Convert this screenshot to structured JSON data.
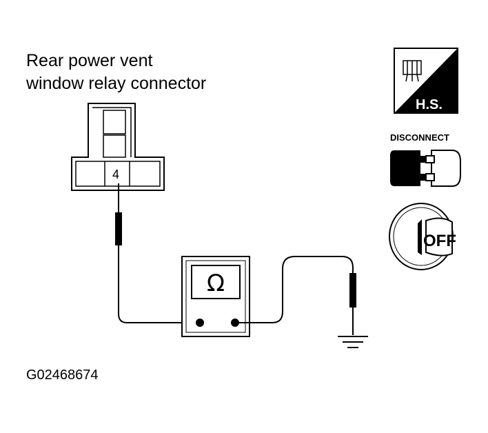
{
  "title": {
    "line1": "Rear power vent",
    "line2": "window relay connector"
  },
  "connector": {
    "pin_label": "4"
  },
  "meter": {
    "symbol": "Ω"
  },
  "icons": {
    "harness_side_label": "H.S.",
    "disconnect_label": "DISCONNECT",
    "ignition_label": "OFF",
    "icon_names": [
      "harness-side-icon",
      "disconnect-icon",
      "ignition-off-icon"
    ]
  },
  "figure_id": "G02468674"
}
